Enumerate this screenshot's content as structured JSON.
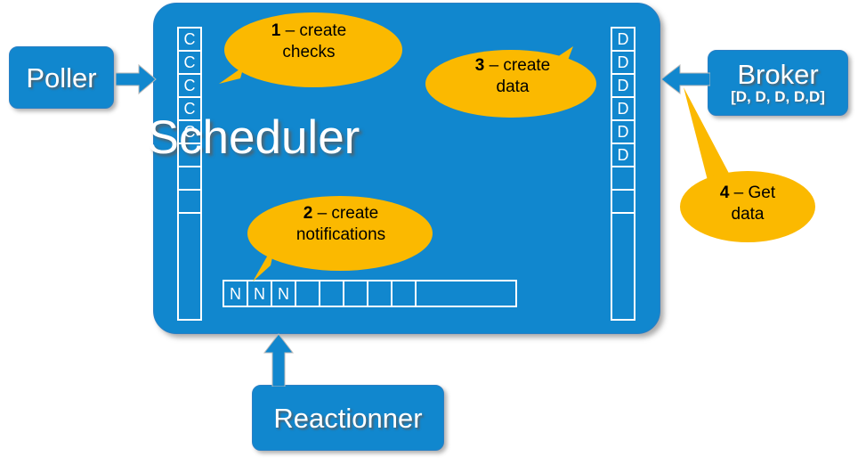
{
  "diagram": {
    "title": "Scheduler",
    "nodes": {
      "poller": {
        "label": "Poller"
      },
      "broker": {
        "label": "Broker",
        "payload": "[D, D, D, D,D]"
      },
      "reactionner": {
        "label": "Reactionner"
      },
      "scheduler": {
        "label": "Scheduler"
      }
    },
    "queues": {
      "checks": {
        "name": "checks-queue",
        "cells": [
          "C",
          "C",
          "C",
          "C",
          "C",
          "",
          "",
          ""
        ],
        "tail": ""
      },
      "data": {
        "name": "data-queue",
        "cells": [
          "D",
          "D",
          "D",
          "D",
          "D",
          "D",
          "",
          ""
        ],
        "tail": ""
      },
      "notifications": {
        "name": "notifications-queue",
        "cells": [
          "N",
          "N",
          "N",
          "",
          "",
          "",
          "",
          ""
        ],
        "tail": ""
      }
    },
    "callouts": [
      {
        "number": "1",
        "dash": " – ",
        "text": "create checks",
        "line1": "1 – create",
        "line2": "checks"
      },
      {
        "number": "2",
        "dash": " – ",
        "text": "create notifications",
        "line1": "2 – create",
        "line2": "notifications"
      },
      {
        "number": "3",
        "dash": " – ",
        "text": "create data",
        "line1": "3 – create",
        "line2": "data"
      },
      {
        "number": "4",
        "dash": " – ",
        "text": "Get data",
        "line1": "4 – Get",
        "line2": "data"
      }
    ],
    "arrows": [
      {
        "name": "poller-arrow",
        "direction": "right"
      },
      {
        "name": "broker-arrow",
        "direction": "left"
      },
      {
        "name": "reactionner-arrow",
        "direction": "up"
      }
    ],
    "colors": {
      "node_blue": "#1187ce",
      "callout_yellow": "#fbb900",
      "arrow_blue": "#1187ce",
      "text_white": "#ffffff",
      "text_black": "#000000",
      "background": "#ffffff"
    }
  }
}
